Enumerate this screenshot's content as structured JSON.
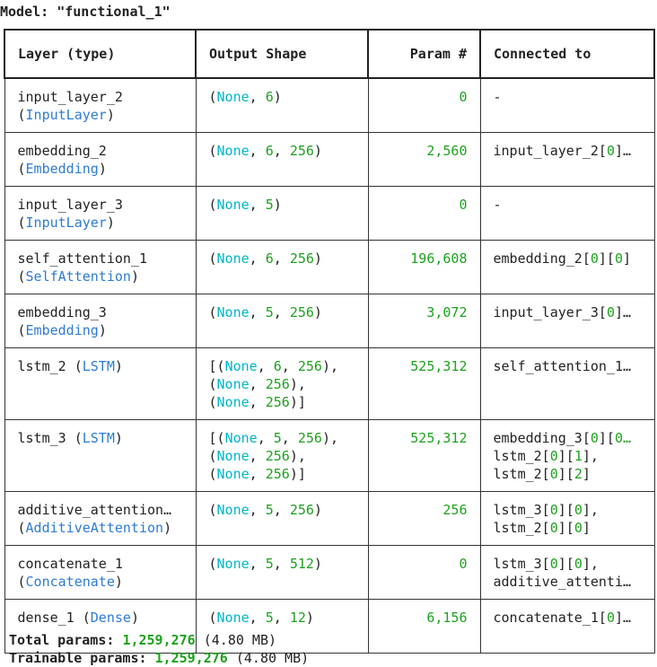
{
  "model_title": "Model: \"functional_1\"",
  "headers": [
    "Layer (type)",
    "Output Shape",
    "Param #",
    "Connected to"
  ],
  "rows": [
    {
      "layer": [
        {
          "t": "input_layer_2",
          "c": ""
        },
        {
          "t": "(",
          "c": ""
        },
        {
          "t": "InputLayer",
          "c": "blue"
        },
        {
          "t": ")",
          "c": ""
        }
      ],
      "layer_split": 1,
      "shape": [
        [
          {
            "t": "(",
            "c": ""
          },
          {
            "t": "None",
            "c": "cyan"
          },
          {
            "t": ", ",
            "c": ""
          },
          {
            "t": "6",
            "c": "green"
          },
          {
            "t": ")",
            "c": ""
          }
        ]
      ],
      "params": "0",
      "connected": [
        [
          {
            "t": "-",
            "c": ""
          }
        ]
      ]
    },
    {
      "layer": [
        {
          "t": "embedding_2",
          "c": ""
        },
        {
          "t": "(",
          "c": ""
        },
        {
          "t": "Embedding",
          "c": "blue"
        },
        {
          "t": ")",
          "c": ""
        }
      ],
      "layer_split": 1,
      "shape": [
        [
          {
            "t": "(",
            "c": ""
          },
          {
            "t": "None",
            "c": "cyan"
          },
          {
            "t": ", ",
            "c": ""
          },
          {
            "t": "6",
            "c": "green"
          },
          {
            "t": ", ",
            "c": ""
          },
          {
            "t": "256",
            "c": "green"
          },
          {
            "t": ")",
            "c": ""
          }
        ]
      ],
      "params": "2,560",
      "connected": [
        [
          {
            "t": "input_layer_2[",
            "c": ""
          },
          {
            "t": "0",
            "c": "green"
          },
          {
            "t": "]…",
            "c": ""
          }
        ]
      ]
    },
    {
      "layer": [
        {
          "t": "input_layer_3",
          "c": ""
        },
        {
          "t": "(",
          "c": ""
        },
        {
          "t": "InputLayer",
          "c": "blue"
        },
        {
          "t": ")",
          "c": ""
        }
      ],
      "layer_split": 1,
      "shape": [
        [
          {
            "t": "(",
            "c": ""
          },
          {
            "t": "None",
            "c": "cyan"
          },
          {
            "t": ", ",
            "c": ""
          },
          {
            "t": "5",
            "c": "green"
          },
          {
            "t": ")",
            "c": ""
          }
        ]
      ],
      "params": "0",
      "connected": [
        [
          {
            "t": "-",
            "c": ""
          }
        ]
      ]
    },
    {
      "layer": [
        {
          "t": "self_attention_1",
          "c": ""
        },
        {
          "t": "(",
          "c": ""
        },
        {
          "t": "SelfAttention",
          "c": "blue"
        },
        {
          "t": ")",
          "c": ""
        }
      ],
      "layer_split": 1,
      "shape": [
        [
          {
            "t": "(",
            "c": ""
          },
          {
            "t": "None",
            "c": "cyan"
          },
          {
            "t": ", ",
            "c": ""
          },
          {
            "t": "6",
            "c": "green"
          },
          {
            "t": ", ",
            "c": ""
          },
          {
            "t": "256",
            "c": "green"
          },
          {
            "t": ")",
            "c": ""
          }
        ]
      ],
      "params": "196,608",
      "connected": [
        [
          {
            "t": "embedding_2[",
            "c": ""
          },
          {
            "t": "0",
            "c": "green"
          },
          {
            "t": "][",
            "c": ""
          },
          {
            "t": "0",
            "c": "green"
          },
          {
            "t": "]",
            "c": ""
          }
        ]
      ]
    },
    {
      "layer": [
        {
          "t": "embedding_3",
          "c": ""
        },
        {
          "t": "(",
          "c": ""
        },
        {
          "t": "Embedding",
          "c": "blue"
        },
        {
          "t": ")",
          "c": ""
        }
      ],
      "layer_split": 1,
      "shape": [
        [
          {
            "t": "(",
            "c": ""
          },
          {
            "t": "None",
            "c": "cyan"
          },
          {
            "t": ", ",
            "c": ""
          },
          {
            "t": "5",
            "c": "green"
          },
          {
            "t": ", ",
            "c": ""
          },
          {
            "t": "256",
            "c": "green"
          },
          {
            "t": ")",
            "c": ""
          }
        ]
      ],
      "params": "3,072",
      "connected": [
        [
          {
            "t": "input_layer_3[",
            "c": ""
          },
          {
            "t": "0",
            "c": "green"
          },
          {
            "t": "]…",
            "c": ""
          }
        ]
      ]
    },
    {
      "tall": true,
      "layer": [
        {
          "t": "lstm_2 (",
          "c": ""
        },
        {
          "t": "LSTM",
          "c": "blue"
        },
        {
          "t": ")",
          "c": ""
        }
      ],
      "layer_split": 99,
      "shape": [
        [
          {
            "t": "[(",
            "c": ""
          },
          {
            "t": "None",
            "c": "cyan"
          },
          {
            "t": ", ",
            "c": ""
          },
          {
            "t": "6",
            "c": "green"
          },
          {
            "t": ", ",
            "c": ""
          },
          {
            "t": "256",
            "c": "green"
          },
          {
            "t": "),",
            "c": ""
          }
        ],
        [
          {
            "t": "(",
            "c": ""
          },
          {
            "t": "None",
            "c": "cyan"
          },
          {
            "t": ", ",
            "c": ""
          },
          {
            "t": "256",
            "c": "green"
          },
          {
            "t": "),",
            "c": ""
          }
        ],
        [
          {
            "t": "(",
            "c": ""
          },
          {
            "t": "None",
            "c": "cyan"
          },
          {
            "t": ", ",
            "c": ""
          },
          {
            "t": "256",
            "c": "green"
          },
          {
            "t": ")]",
            "c": ""
          }
        ]
      ],
      "params": "525,312",
      "connected": [
        [
          {
            "t": "self_attention_1…",
            "c": ""
          }
        ]
      ]
    },
    {
      "tall": true,
      "layer": [
        {
          "t": "lstm_3 (",
          "c": ""
        },
        {
          "t": "LSTM",
          "c": "blue"
        },
        {
          "t": ")",
          "c": ""
        }
      ],
      "layer_split": 99,
      "shape": [
        [
          {
            "t": "[(",
            "c": ""
          },
          {
            "t": "None",
            "c": "cyan"
          },
          {
            "t": ", ",
            "c": ""
          },
          {
            "t": "5",
            "c": "green"
          },
          {
            "t": ", ",
            "c": ""
          },
          {
            "t": "256",
            "c": "green"
          },
          {
            "t": "),",
            "c": ""
          }
        ],
        [
          {
            "t": "(",
            "c": ""
          },
          {
            "t": "None",
            "c": "cyan"
          },
          {
            "t": ", ",
            "c": ""
          },
          {
            "t": "256",
            "c": "green"
          },
          {
            "t": "),",
            "c": ""
          }
        ],
        [
          {
            "t": "(",
            "c": ""
          },
          {
            "t": "None",
            "c": "cyan"
          },
          {
            "t": ", ",
            "c": ""
          },
          {
            "t": "256",
            "c": "green"
          },
          {
            "t": ")]",
            "c": ""
          }
        ]
      ],
      "params": "525,312",
      "connected": [
        [
          {
            "t": "embedding_3[",
            "c": ""
          },
          {
            "t": "0",
            "c": "green"
          },
          {
            "t": "][",
            "c": ""
          },
          {
            "t": "0…",
            "c": "green"
          }
        ],
        [
          {
            "t": "lstm_2[",
            "c": ""
          },
          {
            "t": "0",
            "c": "green"
          },
          {
            "t": "][",
            "c": ""
          },
          {
            "t": "1",
            "c": "green"
          },
          {
            "t": "],",
            "c": ""
          }
        ],
        [
          {
            "t": "lstm_2[",
            "c": ""
          },
          {
            "t": "0",
            "c": "green"
          },
          {
            "t": "][",
            "c": ""
          },
          {
            "t": "2",
            "c": "green"
          },
          {
            "t": "]",
            "c": ""
          }
        ]
      ]
    },
    {
      "layer": [
        {
          "t": "additive_attention…",
          "c": ""
        },
        {
          "t": "(",
          "c": ""
        },
        {
          "t": "AdditiveAttention",
          "c": "blue"
        },
        {
          "t": ")",
          "c": ""
        }
      ],
      "layer_split": 1,
      "shape": [
        [
          {
            "t": "(",
            "c": ""
          },
          {
            "t": "None",
            "c": "cyan"
          },
          {
            "t": ", ",
            "c": ""
          },
          {
            "t": "5",
            "c": "green"
          },
          {
            "t": ", ",
            "c": ""
          },
          {
            "t": "256",
            "c": "green"
          },
          {
            "t": ")",
            "c": ""
          }
        ]
      ],
      "params": "256",
      "connected": [
        [
          {
            "t": "lstm_3[",
            "c": ""
          },
          {
            "t": "0",
            "c": "green"
          },
          {
            "t": "][",
            "c": ""
          },
          {
            "t": "0",
            "c": "green"
          },
          {
            "t": "],",
            "c": ""
          }
        ],
        [
          {
            "t": "lstm_2[",
            "c": ""
          },
          {
            "t": "0",
            "c": "green"
          },
          {
            "t": "][",
            "c": ""
          },
          {
            "t": "0",
            "c": "green"
          },
          {
            "t": "]",
            "c": ""
          }
        ]
      ]
    },
    {
      "layer": [
        {
          "t": "concatenate_1",
          "c": ""
        },
        {
          "t": "(",
          "c": ""
        },
        {
          "t": "Concatenate",
          "c": "blue"
        },
        {
          "t": ")",
          "c": ""
        }
      ],
      "layer_split": 1,
      "shape": [
        [
          {
            "t": "(",
            "c": ""
          },
          {
            "t": "None",
            "c": "cyan"
          },
          {
            "t": ", ",
            "c": ""
          },
          {
            "t": "5",
            "c": "green"
          },
          {
            "t": ", ",
            "c": ""
          },
          {
            "t": "512",
            "c": "green"
          },
          {
            "t": ")",
            "c": ""
          }
        ]
      ],
      "params": "0",
      "connected": [
        [
          {
            "t": "lstm_3[",
            "c": ""
          },
          {
            "t": "0",
            "c": "green"
          },
          {
            "t": "][",
            "c": ""
          },
          {
            "t": "0",
            "c": "green"
          },
          {
            "t": "],",
            "c": ""
          }
        ],
        [
          {
            "t": "additive_attenti…",
            "c": ""
          }
        ]
      ]
    },
    {
      "layer": [
        {
          "t": "dense_1 (",
          "c": ""
        },
        {
          "t": "Dense",
          "c": "blue"
        },
        {
          "t": ")",
          "c": ""
        }
      ],
      "layer_split": 99,
      "shape": [
        [
          {
            "t": "(",
            "c": ""
          },
          {
            "t": "None",
            "c": "cyan"
          },
          {
            "t": ", ",
            "c": ""
          },
          {
            "t": "5",
            "c": "green"
          },
          {
            "t": ", ",
            "c": ""
          },
          {
            "t": "12",
            "c": "green"
          },
          {
            "t": ")",
            "c": ""
          }
        ]
      ],
      "params": "6,156",
      "connected": [
        [
          {
            "t": "concatenate_1[",
            "c": ""
          },
          {
            "t": "0",
            "c": "green"
          },
          {
            "t": "]…",
            "c": ""
          }
        ]
      ]
    }
  ],
  "footer": {
    "total_label": "Total params: ",
    "total_value": "1,259,276",
    "total_size": " (4.80 MB)",
    "trainable_label": "Trainable params: ",
    "trainable_value": "1,259,276",
    "trainable_size": " (4.80 MB)"
  }
}
